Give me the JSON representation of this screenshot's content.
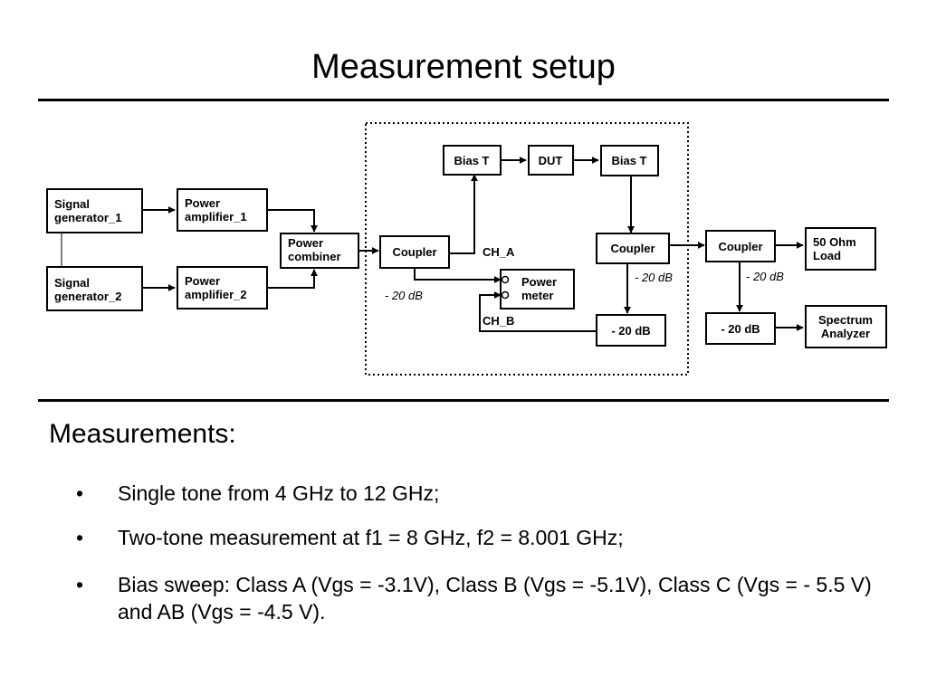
{
  "slide": {
    "title": "Measurement setup"
  },
  "diagram": {
    "blocks": {
      "signal_generator_1": [
        "Signal",
        "generator_1"
      ],
      "signal_generator_2": [
        "Signal",
        "generator_2"
      ],
      "power_amplifier_1": [
        "Power",
        "amplifier_1"
      ],
      "power_amplifier_2": [
        "Power",
        "amplifier_2"
      ],
      "power_combiner": [
        "Power",
        "combiner"
      ],
      "coupler_input": "Coupler",
      "bias_t_input": "Bias T",
      "dut": "DUT",
      "bias_t_output": "Bias T",
      "coupler_output": "Coupler",
      "power_meter": [
        "Power",
        "meter"
      ],
      "attenuator_mid": "- 20 dB",
      "coupler_final": "Coupler",
      "load_50_ohm": [
        "50 Ohm",
        "Load"
      ],
      "attenuator_final": "- 20 dB",
      "spectrum_analyzer": [
        "Spectrum",
        "Analyzer"
      ]
    },
    "labels": {
      "ch_a": "CH_A",
      "ch_b": "CH_B",
      "att_input_coupler": "- 20 dB",
      "att_output_coupler": "- 20 dB",
      "att_final_coupler": "- 20 dB"
    }
  },
  "measurements": {
    "heading": "Measurements:",
    "bullet_symbol": "•",
    "items": [
      "Single tone from 4 GHz to 12 GHz;",
      "Two-tone measurement at f1 = 8 GHz, f2 = 8.001 GHz;",
      "Bias sweep: Class A (Vgs = -3.1V), Class B (Vgs = -5.1V), Class C (Vgs = - 5.5 V) and AB (Vgs = -4.5 V)."
    ]
  }
}
